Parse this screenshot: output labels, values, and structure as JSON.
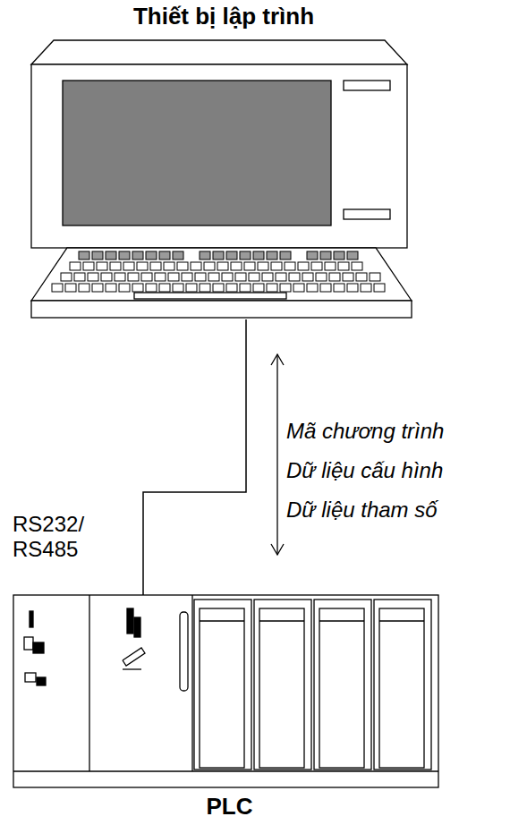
{
  "diagram": {
    "nodes": [
      {
        "text": [
          "Thiết bị lập trình"
        ]
      },
      {
        "text": [
          "PLC"
        ]
      }
    ],
    "edges": [
      {
        "from": 0,
        "to": 1,
        "arrow": "none",
        "label": "RS232/ RS485"
      }
    ],
    "labels": [
      "Mã chương trình",
      "Dữ liệu cấu hình",
      "Dữ liệu tham số"
    ]
  }
}
